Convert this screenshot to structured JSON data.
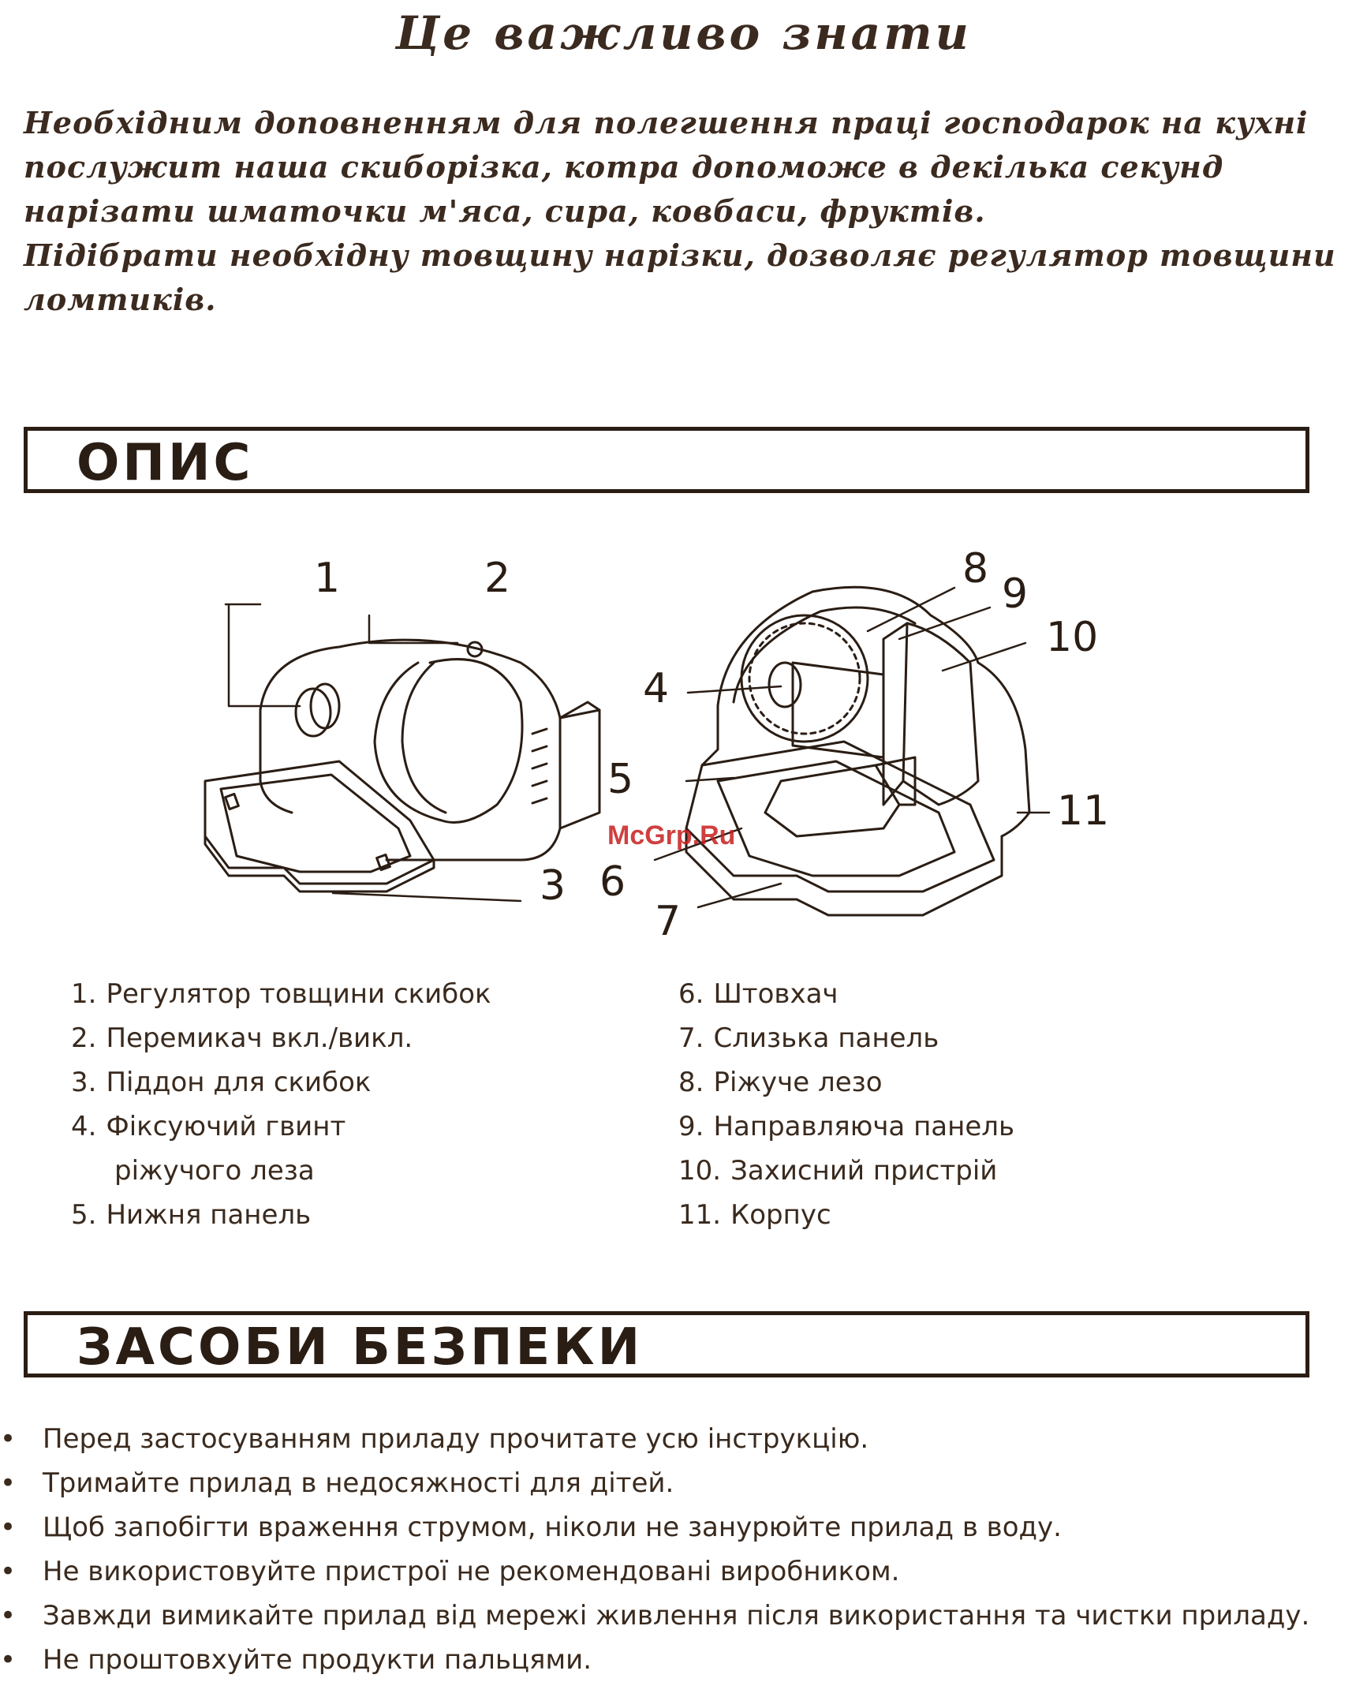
{
  "header": {
    "title": "Це важливо знати",
    "intro": [
      "Необхідним доповненням для полегшення праці господарок на кухні послужит наша скиборізка, котра допоможе в декілька секунд нарізати шматочки м'яса, сира, ковбаси, фруктів.",
      "Підібрати необхідну товщину нарізки, дозволяє регулятор товщини ломтиків."
    ]
  },
  "description": {
    "heading": "ОПИС",
    "diagram_numbers": [
      "1",
      "2",
      "3",
      "4",
      "5",
      "6",
      "7",
      "8",
      "9",
      "10",
      "11"
    ],
    "watermark": "McGrp.Ru",
    "parts_left": [
      {
        "num": "1.",
        "label": "Регулятор товщини скибок"
      },
      {
        "num": "2.",
        "label": "Перемикач вкл./викл."
      },
      {
        "num": "3.",
        "label": "Піддон для скибок"
      },
      {
        "num": "4.",
        "label": "Фіксуючий гвинт",
        "continuation": "ріжучого леза"
      },
      {
        "num": "5.",
        "label": "Нижня панель"
      }
    ],
    "parts_right": [
      {
        "num": "6.",
        "label": "Штовхач"
      },
      {
        "num": "7.",
        "label": "Слизька панель"
      },
      {
        "num": "8.",
        "label": "Ріжуче лезо"
      },
      {
        "num": "9.",
        "label": "Направляюча панель"
      },
      {
        "num": "10.",
        "label": "Захисний пристрій"
      },
      {
        "num": "11.",
        "label": "Корпус"
      }
    ]
  },
  "safety": {
    "heading": "ЗАСОБИ БЕЗПЕКИ",
    "bullet": "•",
    "items": [
      "Перед застосуванням приладу прочитате усю інструкцію.",
      "Тримайте прилад в недосяжності для дітей.",
      "Щоб запобігти враження струмом, ніколи не занурюйте прилад в воду.",
      "Не використовуйте пристрої не рекомендовані виробником.",
      "Завжди вимикайте прилад від мережі живлення після використання та чистки приладу.",
      "Не проштовхуйте продукти пальцями."
    ]
  }
}
